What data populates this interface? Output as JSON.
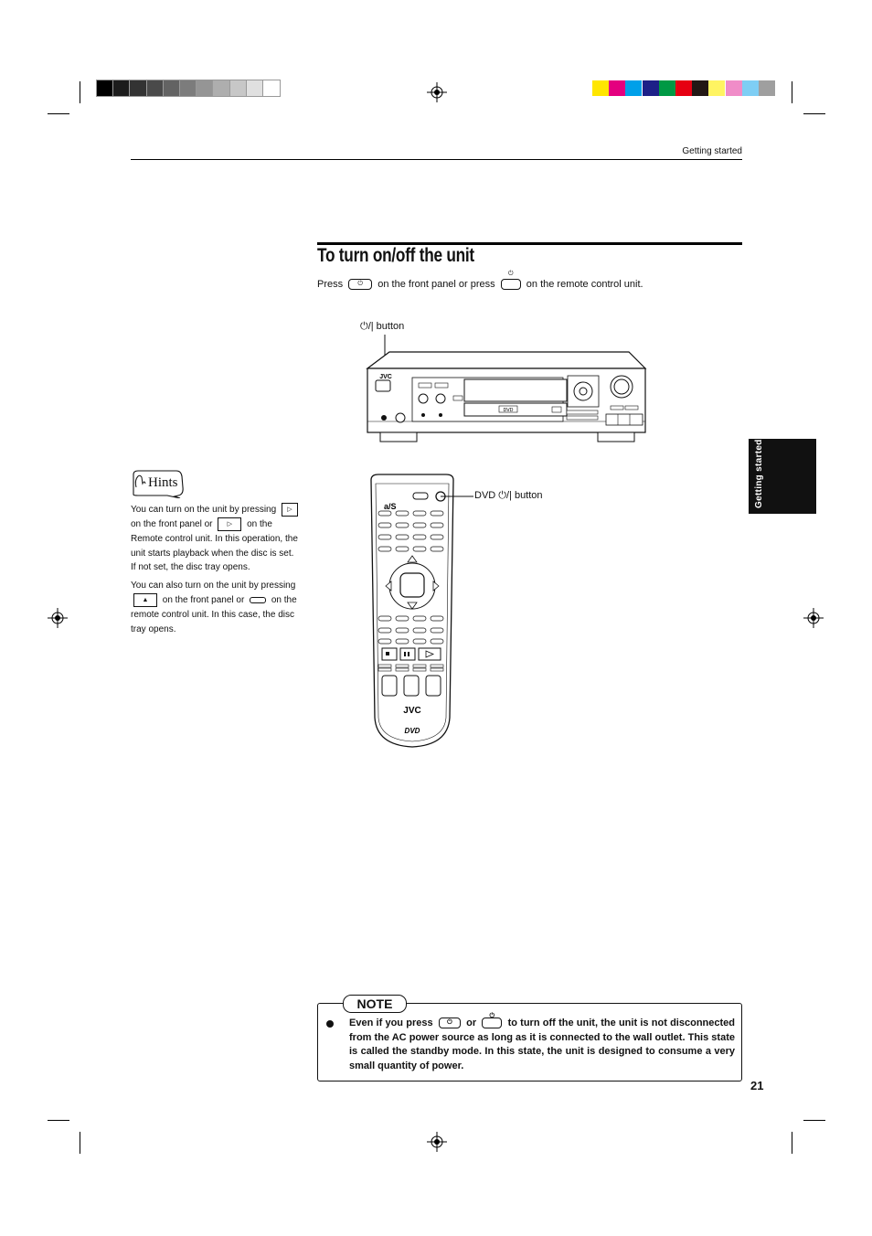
{
  "header": {
    "section": "Getting started"
  },
  "title": "To turn on/off the unit",
  "intro": {
    "press": "Press",
    "mid": "on the front panel or press",
    "end": "on the remote control unit."
  },
  "icons": {
    "power_glyph": "⏻",
    "play_glyph": "▷",
    "eject_glyph": "▲"
  },
  "labels": {
    "standby_button": "⏻/| button",
    "dvd_standby_button": "DVD ⏻/| button"
  },
  "player": {
    "brand": "JVC",
    "badge": "DVD"
  },
  "remote": {
    "brand": "JVC",
    "badge": "DVD"
  },
  "hints": {
    "heading": "Hints",
    "p1_a": "You can turn on the unit by pressing",
    "p1_b": "on the front panel or",
    "p1_c": "on the Remote control unit. In this operation, the unit starts playback when the disc is set. If not set, the disc tray opens.",
    "p2_a": "You can also turn on the unit by pressing",
    "p2_b": "on the front panel or",
    "p2_c": "on the remote control unit. In this case, the disc tray opens."
  },
  "side_tab": "Getting started",
  "note": {
    "heading": "NOTE",
    "a": "Even if you press",
    "b": "or",
    "c": "to turn off the unit, the unit is not disconnected from the AC power source as long as it is connected to the wall outlet. This state is called the standby mode. In this state, the unit is designed to consume a very small quantity of power."
  },
  "page_number": "21",
  "colors": {
    "gray_steps": [
      "#000000",
      "#1c1c1c",
      "#333333",
      "#4a4a4a",
      "#636363",
      "#7c7c7c",
      "#959595",
      "#aeaeae",
      "#c7c7c7",
      "#e0e0e0",
      "#ffffff"
    ],
    "color_bar": [
      "#ffe600",
      "#e4007f",
      "#00a0e9",
      "#1d2088",
      "#009944",
      "#e60012",
      "#231815",
      "#fff462",
      "#f08cc8",
      "#7ecef4",
      "#9f9f9f"
    ]
  }
}
